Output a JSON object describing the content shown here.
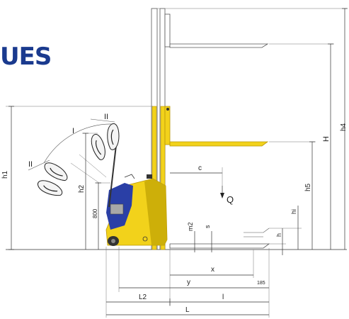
{
  "heading": {
    "text": "UES",
    "color": "#1a3a8e"
  },
  "colors": {
    "truck_body": "#f2d21b",
    "truck_body_shade": "#c9ab08",
    "drive_unit": "#2a3fa6",
    "mast": "#f2d21b",
    "fork_outline": "#b8960a",
    "line": "#333333"
  },
  "labels": {
    "H": "H",
    "h1": "h1",
    "h2": "h2",
    "h4": "h4",
    "h5": "h5",
    "hi": "hi",
    "h": "h",
    "c": "c",
    "Q": "Q",
    "m2": "m2",
    "s": "s",
    "x": "x",
    "y": "y",
    "L2": "L2",
    "l": "l",
    "L": "L",
    "val_185": "185",
    "val_800": "800",
    "angle_I": "I",
    "angle_II_top": "II",
    "angle_II_bottom": "II"
  }
}
